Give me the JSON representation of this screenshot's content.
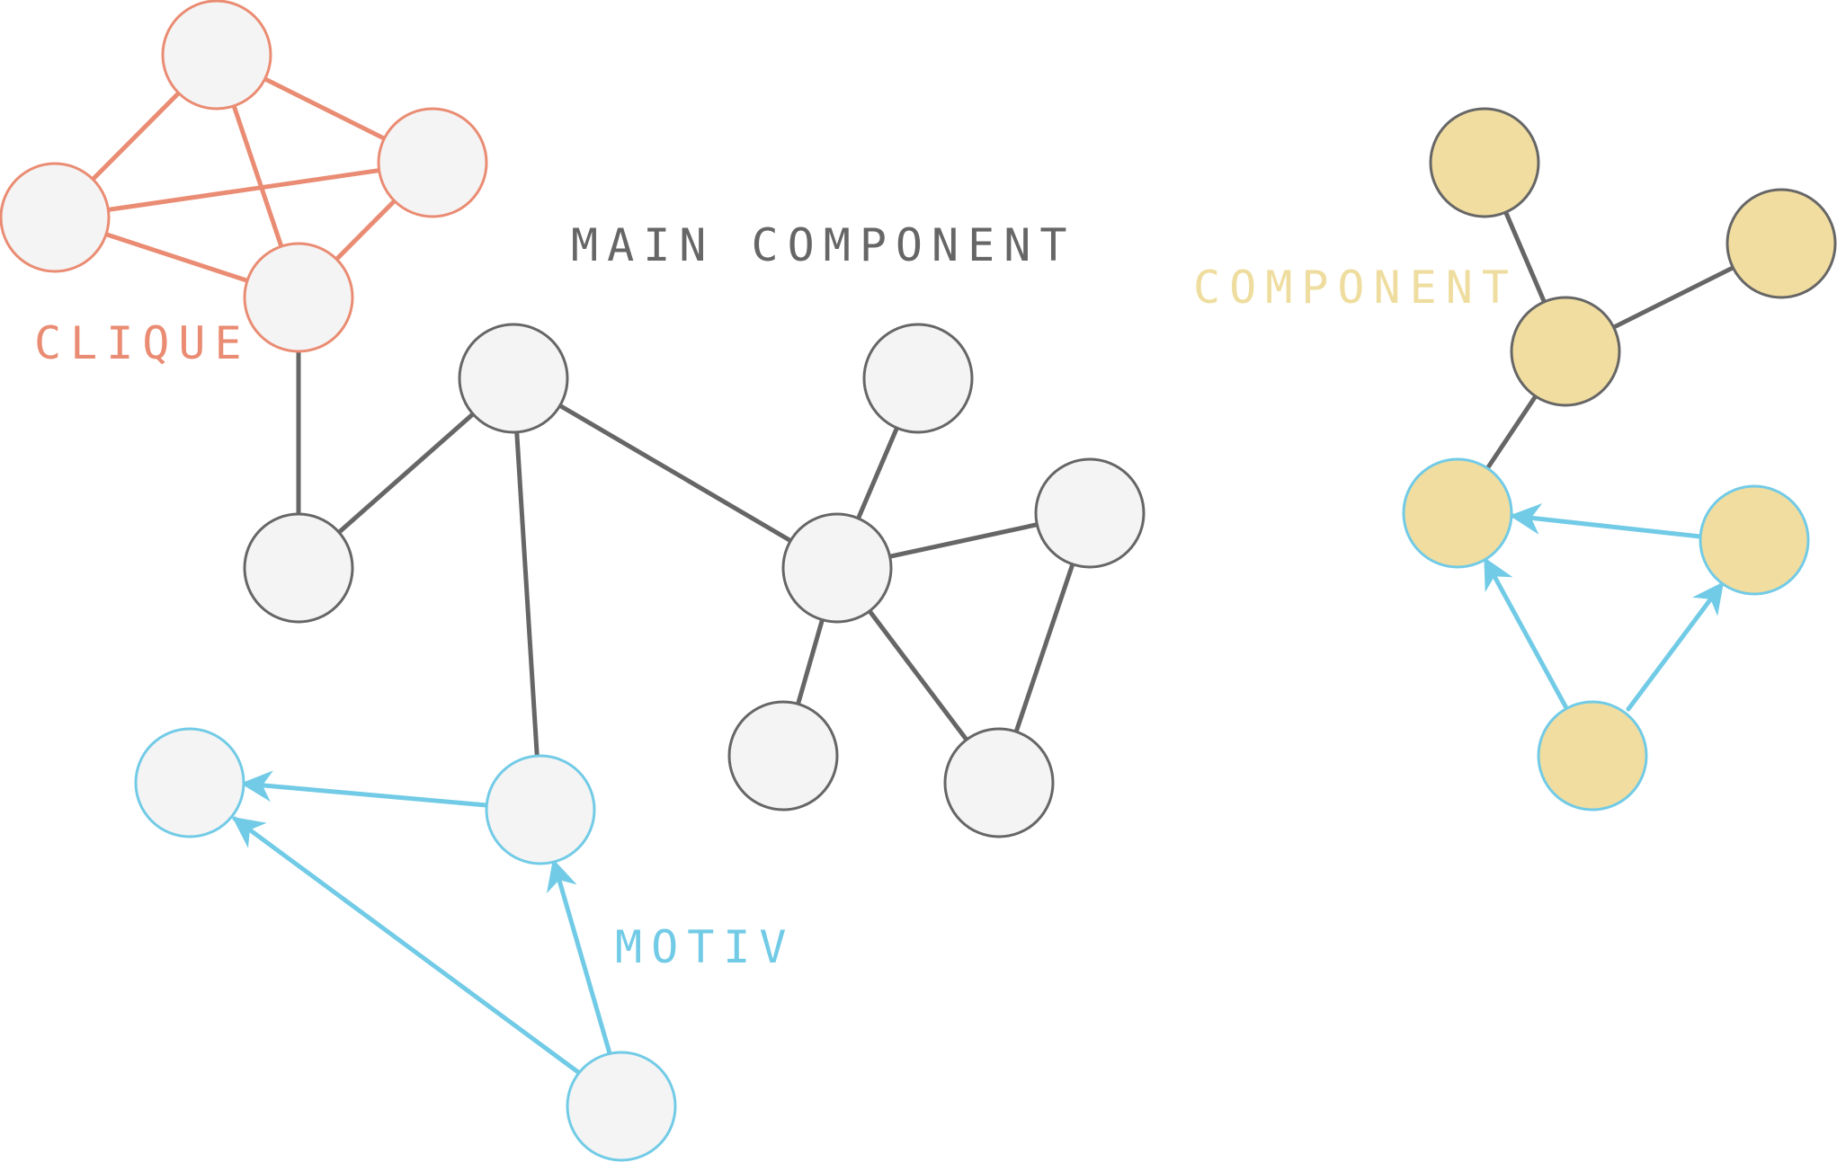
{
  "labels": {
    "main_component": "MAIN COMPONENT",
    "component": "COMPONENT",
    "clique": "CLIQUE",
    "motiv": "MOTIV"
  },
  "colors": {
    "grey": "#666666",
    "clique": "#ea8c73",
    "motiv": "#72cbe6",
    "component": "#eedd9e",
    "node_fill": "#f4f4f4",
    "component_fill": "#f1dda0"
  },
  "node_groups": {
    "clique_nodes": 4,
    "main_component_nodes": 8,
    "motiv_nodes": 3,
    "component_nodes": 6
  }
}
